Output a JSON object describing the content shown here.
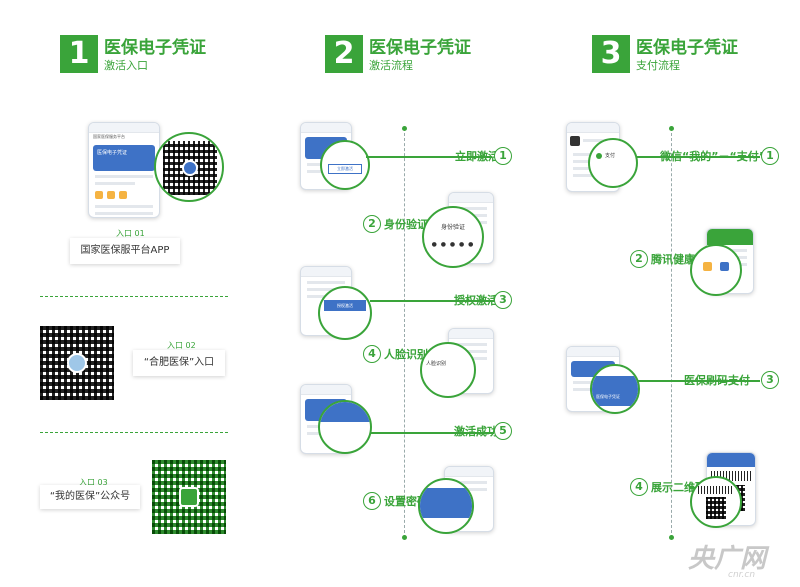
{
  "sections": [
    {
      "num": "1",
      "title": "医保电子凭证",
      "subtitle": "激活入口"
    },
    {
      "num": "2",
      "title": "医保电子凭证",
      "subtitle": "激活流程"
    },
    {
      "num": "3",
      "title": "医保电子凭证",
      "subtitle": "支付流程"
    }
  ],
  "entries": [
    {
      "tag": "入口 01",
      "label": "国家医保服平台APP"
    },
    {
      "tag": "入口 02",
      "label": "“合肥医保”入口"
    },
    {
      "tag": "入口 03",
      "label": "“我的医保”公众号"
    }
  ],
  "activation_steps": [
    {
      "n": "1",
      "label": "立即激活"
    },
    {
      "n": "2",
      "label": "身份验证"
    },
    {
      "n": "3",
      "label": "授权激活"
    },
    {
      "n": "4",
      "label": "人脸识别"
    },
    {
      "n": "5",
      "label": "激活成功"
    },
    {
      "n": "6",
      "label": "设置密码"
    }
  ],
  "payment_steps": [
    {
      "n": "1",
      "label": "微信“我的”－“支付”"
    },
    {
      "n": "2",
      "label": "腾讯健康"
    },
    {
      "n": "3",
      "label": "医保刷码支付"
    },
    {
      "n": "4",
      "label": "展示二维码"
    }
  ],
  "mockups": {
    "app_title": "国家医保服务平台",
    "card_title": "医保电子凭证",
    "activate_btn": "立即激活",
    "id_verify": "身份验证",
    "pin_dots": "● ● ● ● ●",
    "authorize_btn": "授权激活",
    "face_text": "人脸识别",
    "pay_title": "医保电子凭证",
    "wechat_pay": "支付"
  },
  "watermark": {
    "main": "央广网",
    "sub": "cnr.cn"
  },
  "colors": {
    "accent": "#3aa43a",
    "blue": "#3e72c6"
  }
}
